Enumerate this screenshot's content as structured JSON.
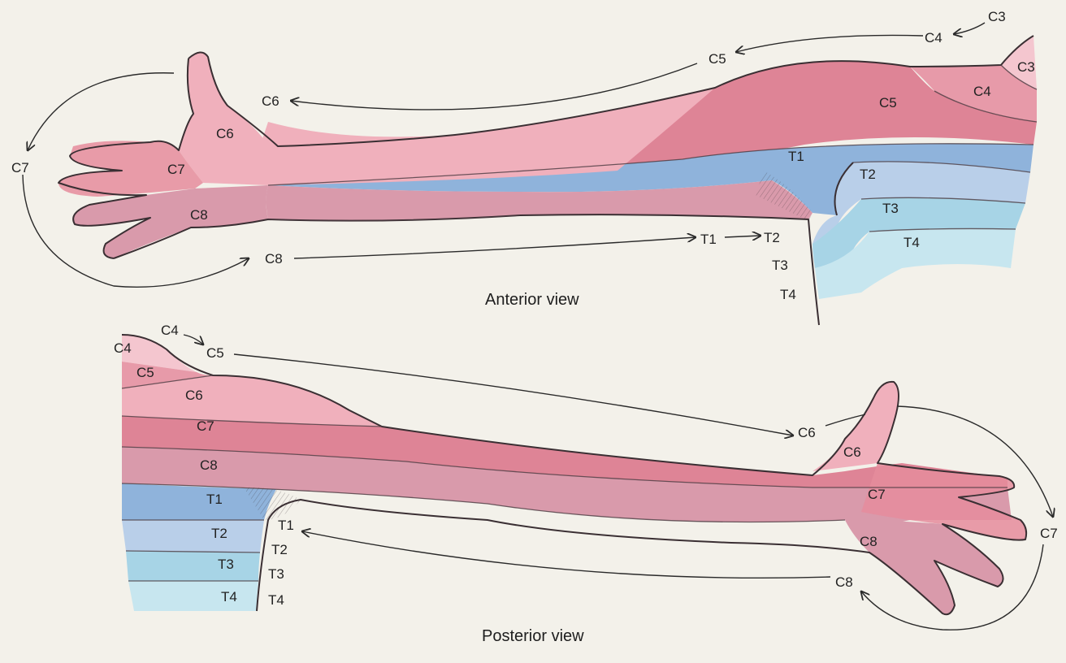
{
  "anterior": {
    "caption": "Anterior view",
    "band_labels": [
      "C3",
      "C4",
      "C5",
      "T1",
      "T2",
      "T3",
      "T4",
      "C6",
      "C7",
      "C8"
    ],
    "callouts": [
      "C3",
      "C4",
      "C5",
      "C6",
      "C7",
      "C8",
      "T1",
      "T2",
      "T3",
      "T4"
    ]
  },
  "posterior": {
    "caption": "Posterior view",
    "band_labels": [
      "C4",
      "C5",
      "C6",
      "C7",
      "C8",
      "T1",
      "T2",
      "T3",
      "T4",
      "C6",
      "C7",
      "C8"
    ],
    "callouts": [
      "C4",
      "C5",
      "C6",
      "C7",
      "C8",
      "T1",
      "T2",
      "T3",
      "T4"
    ]
  },
  "colors": {
    "background": "#f3f1ea",
    "C3": "#f4c6cf",
    "C4": "#e79aa9",
    "C5": "#de8496",
    "C6": "#f0b0bc",
    "C7": "#e58c9c",
    "C8": "#d99aab",
    "T1": "#8fb3db",
    "T2": "#b9cfe9",
    "T3": "#a7d4e6",
    "T4": "#c7e6ef"
  }
}
